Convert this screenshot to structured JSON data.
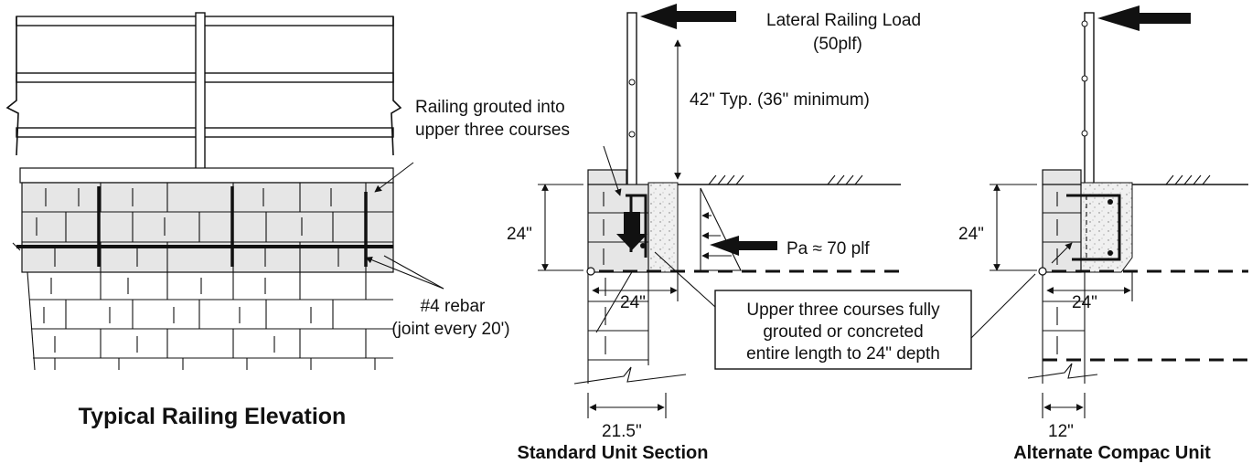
{
  "titles": {
    "elevation": "Typical Railing Elevation",
    "standard": "Standard Unit Section",
    "alternate": "Alternate Compac Unit"
  },
  "labels": {
    "lateral_load_line1": "Lateral Railing Load",
    "lateral_load_line2": "(50plf)",
    "height": "42\" Typ. (36\" minimum)",
    "grouted_line1": "Railing grouted into",
    "grouted_line2": "upper three courses",
    "depth_std": "24\"",
    "depth_alt": "24\"",
    "pressure": "Pa ≈ 70 plf",
    "width_std_top": "24\"",
    "width_alt_top": "24\"",
    "rebar_line1": "#4 rebar",
    "rebar_line2": "(joint every 20')",
    "upper_line1": "Upper three courses fully",
    "upper_line2": "grouted or concreted",
    "upper_line3": "entire length to 24\" depth",
    "std_unit_width": "21.5\"",
    "alt_unit_width": "12\""
  },
  "colors": {
    "ink": "#111111",
    "grout_fill": "#e6e6e6",
    "concrete_fill": "#eeeeee",
    "background": "#ffffff"
  }
}
